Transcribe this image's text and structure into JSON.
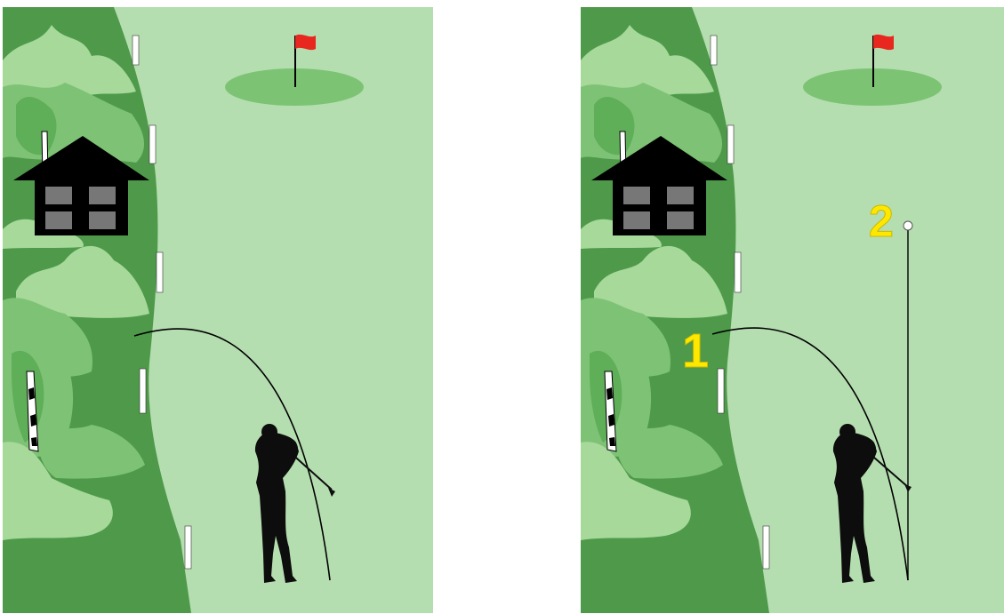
{
  "colors": {
    "fairway": "#b5deb0",
    "rough": "#4e9a4a",
    "tree_light": "#a6d99a",
    "tree_mid": "#7ec275",
    "tree_dark": "#5fae58",
    "green": "#7cc474",
    "flag": "#e8271e",
    "house": "#000000",
    "windows": "#777777",
    "stake": "#ffffff",
    "golfer": "#0d0d0d",
    "label": "#ffe800"
  },
  "icons": {
    "flag": "flag-icon",
    "golfer": "golfer-silhouette-icon",
    "house": "house-icon",
    "ball": "golf-ball-icon"
  },
  "panels": [
    {
      "id": "left",
      "labels": []
    },
    {
      "id": "right",
      "labels": [
        "1",
        "2"
      ]
    }
  ]
}
